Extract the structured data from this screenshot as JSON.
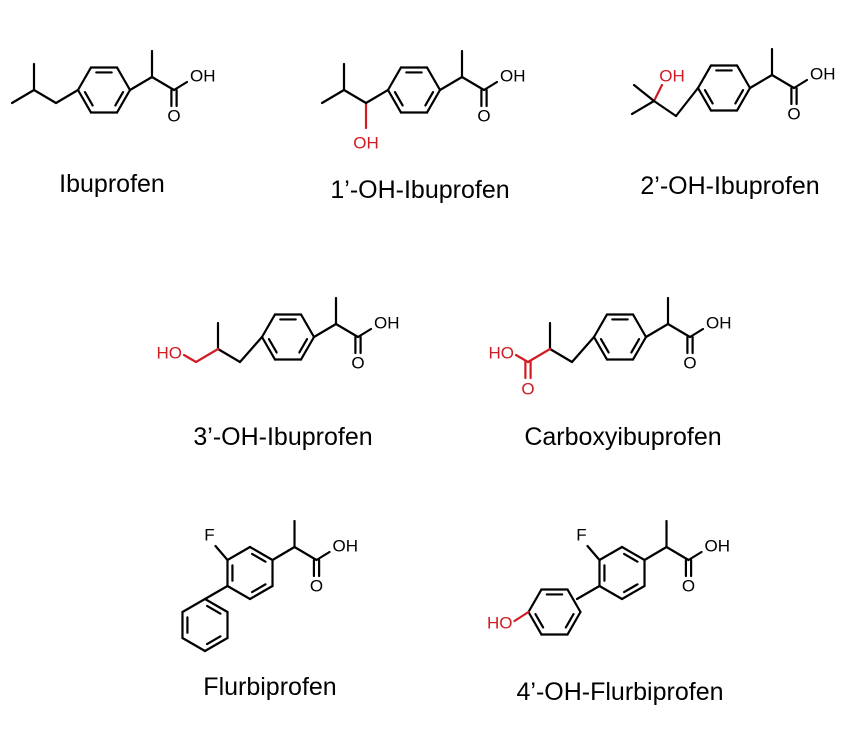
{
  "colors": {
    "bond": "#000000",
    "highlight": "#d01c24",
    "background": "#ffffff"
  },
  "labels": {
    "OH": "OH",
    "HO": "HO",
    "O": "O",
    "F": "F"
  },
  "compounds": [
    {
      "id": "ibuprofen",
      "name": "Ibuprofen"
    },
    {
      "id": "oh1_ibuprofen",
      "name": "1’-OH-Ibuprofen"
    },
    {
      "id": "oh2_ibuprofen",
      "name": "2’-OH-Ibuprofen"
    },
    {
      "id": "oh3_ibuprofen",
      "name": "3’-OH-Ibuprofen"
    },
    {
      "id": "carboxyibuprofen",
      "name": "Carboxyibuprofen"
    },
    {
      "id": "flurbiprofen",
      "name": "Flurbiprofen"
    },
    {
      "id": "oh4_flurbiprofen",
      "name": "4’-OH-Flurbiprofen"
    }
  ]
}
